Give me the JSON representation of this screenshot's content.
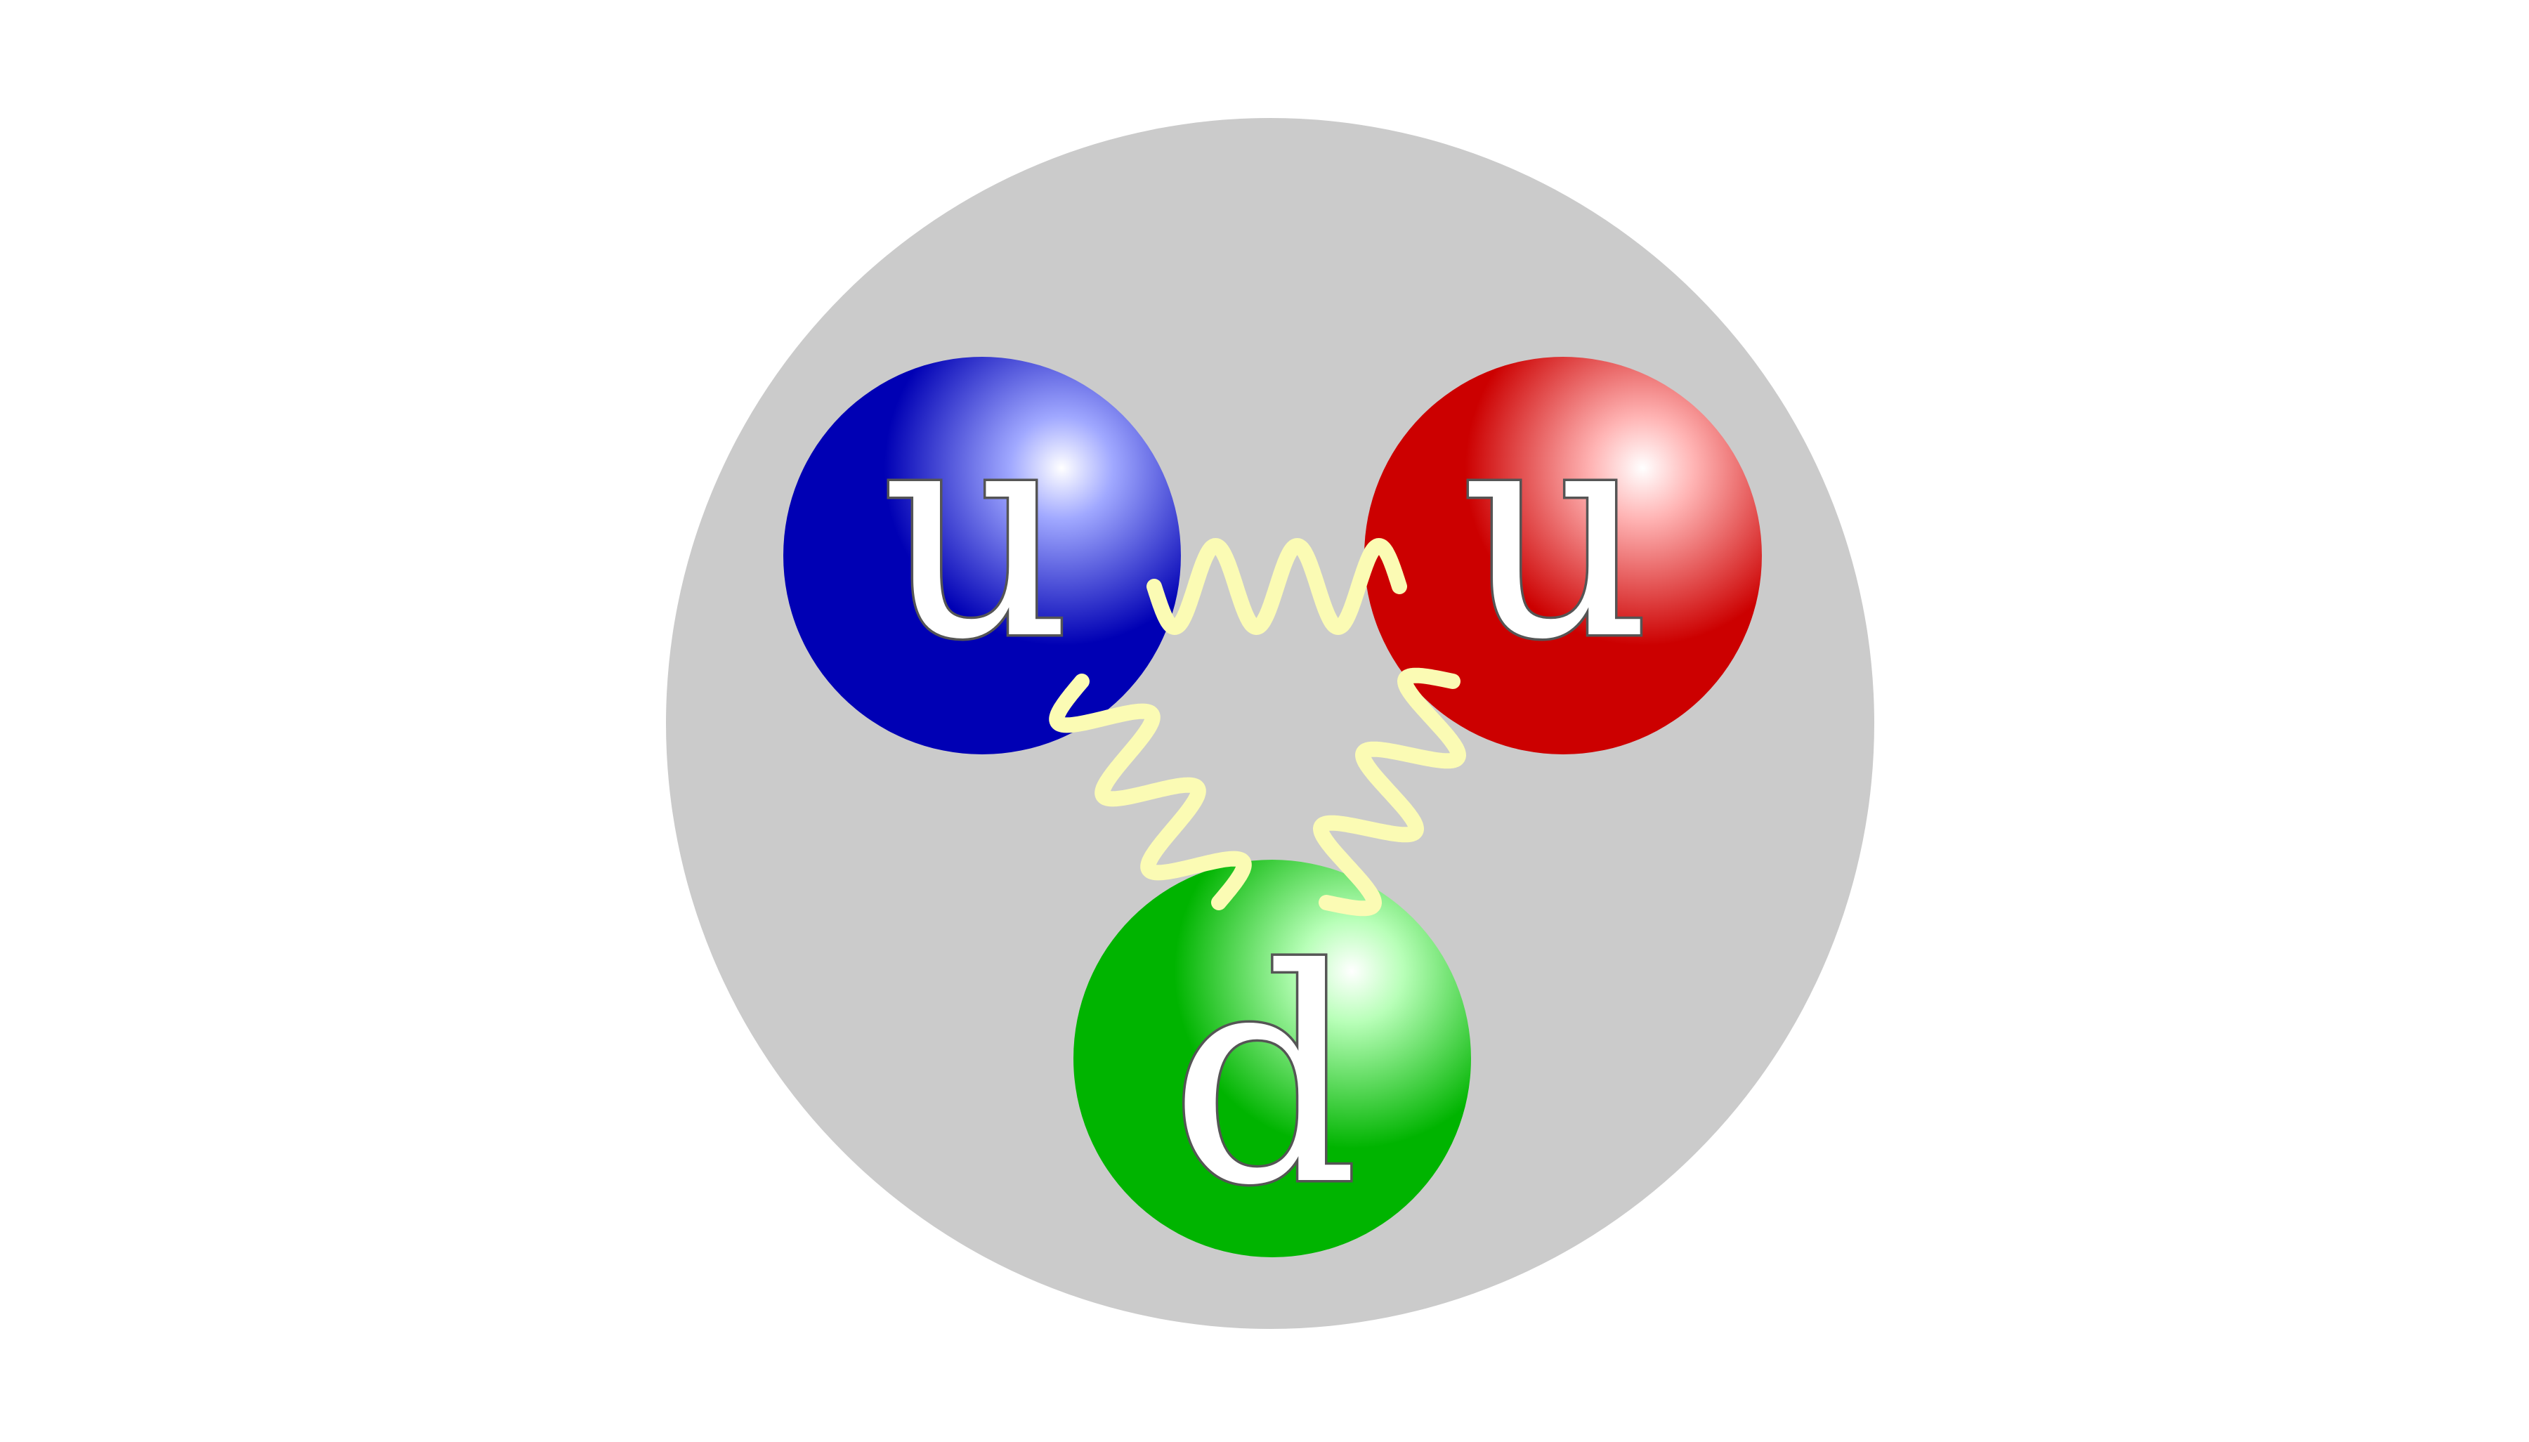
{
  "proton": {
    "color": "#cbcbcb"
  },
  "quarks": [
    {
      "id": "up-quark-blue",
      "label": "u",
      "color_name": "blue",
      "base_color": "#0000b4",
      "highlight_color": "#a0a8ff"
    },
    {
      "id": "up-quark-red",
      "label": "u",
      "color_name": "red",
      "base_color": "#cc0000",
      "highlight_color": "#ffb4b4"
    },
    {
      "id": "down-quark-green",
      "label": "d",
      "color_name": "green",
      "base_color": "#00b400",
      "highlight_color": "#b8ffb8"
    }
  ],
  "gluons": [
    {
      "id": "gluon-blue-red",
      "from": "up-quark-blue",
      "to": "up-quark-red"
    },
    {
      "id": "gluon-blue-green",
      "from": "up-quark-blue",
      "to": "down-quark-green"
    },
    {
      "id": "gluon-red-green",
      "from": "up-quark-red",
      "to": "down-quark-green"
    }
  ],
  "gluon_color": "#fbfbb4"
}
